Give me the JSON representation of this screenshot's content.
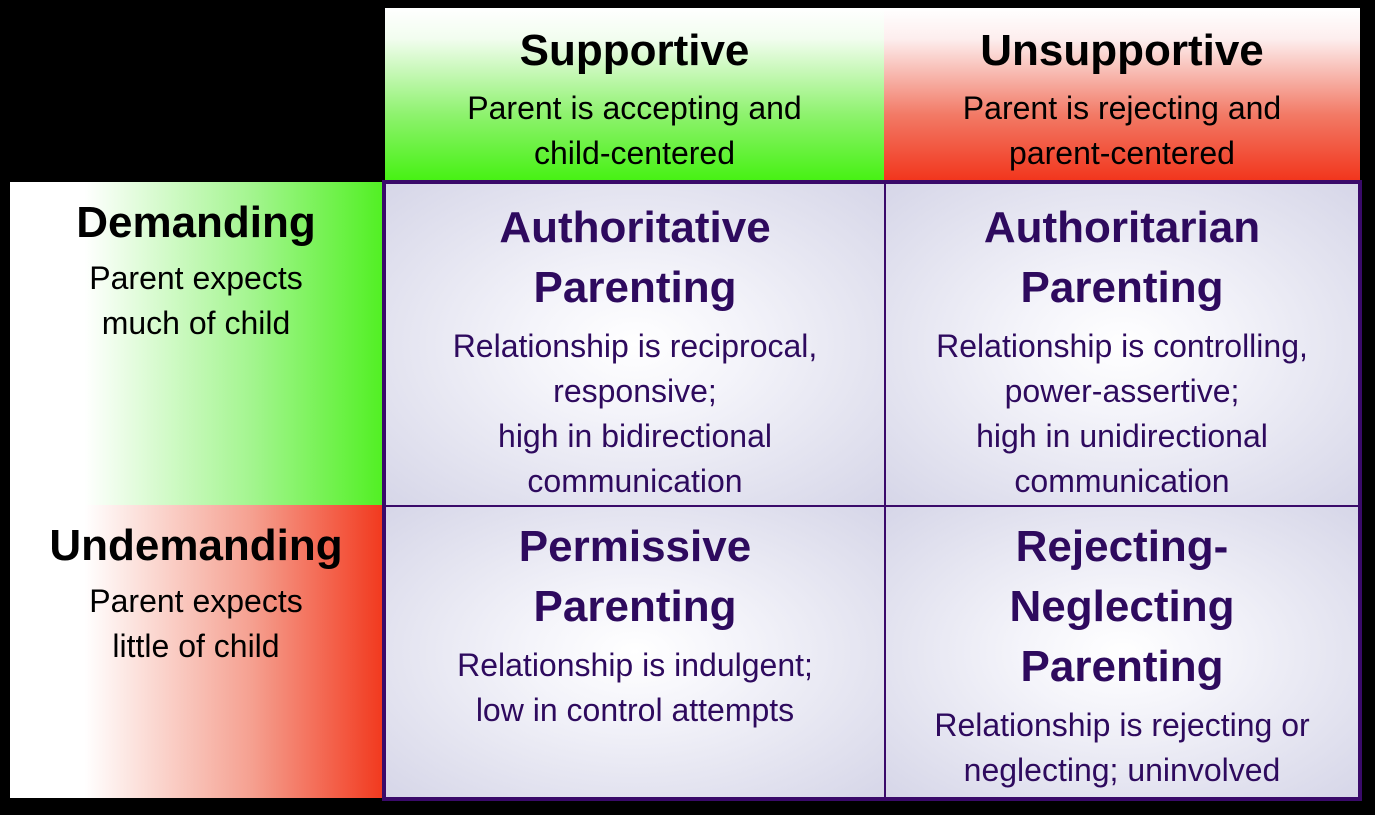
{
  "columns": [
    {
      "title": "Supportive",
      "desc": [
        "Parent is accepting and",
        "child-centered"
      ],
      "color": "#47f214"
    },
    {
      "title": "Unsupportive",
      "desc": [
        "Parent is rejecting and",
        "parent-centered"
      ],
      "color": "#f2361d"
    }
  ],
  "rows": [
    {
      "title": "Demanding",
      "desc": [
        "Parent expects",
        "much of child"
      ],
      "color": "#52f024"
    },
    {
      "title": "Undemanding",
      "desc": [
        "Parent expects",
        "little of child"
      ],
      "color": "#f23a1f"
    }
  ],
  "cells": {
    "authoritative": {
      "title": [
        "Authoritative",
        "Parenting"
      ],
      "desc": [
        "Relationship is reciprocal,",
        "responsive;",
        "high in bidirectional",
        "communication"
      ]
    },
    "authoritarian": {
      "title": [
        "Authoritarian",
        "Parenting"
      ],
      "desc": [
        "Relationship is controlling,",
        "power-assertive;",
        "high in unidirectional",
        "communication"
      ]
    },
    "permissive": {
      "title": [
        "Permissive",
        "Parenting"
      ],
      "desc": [
        "Relationship is indulgent;",
        "low in control attempts"
      ]
    },
    "neglecting": {
      "title": [
        "Rejecting-",
        "Neglecting",
        "Parenting"
      ],
      "desc": [
        "Relationship is rejecting or",
        "neglecting; uninvolved"
      ]
    }
  },
  "colors": {
    "grid_border": "#3a0a6a",
    "cell_text": "#2e0a5e",
    "background": "#000000"
  }
}
